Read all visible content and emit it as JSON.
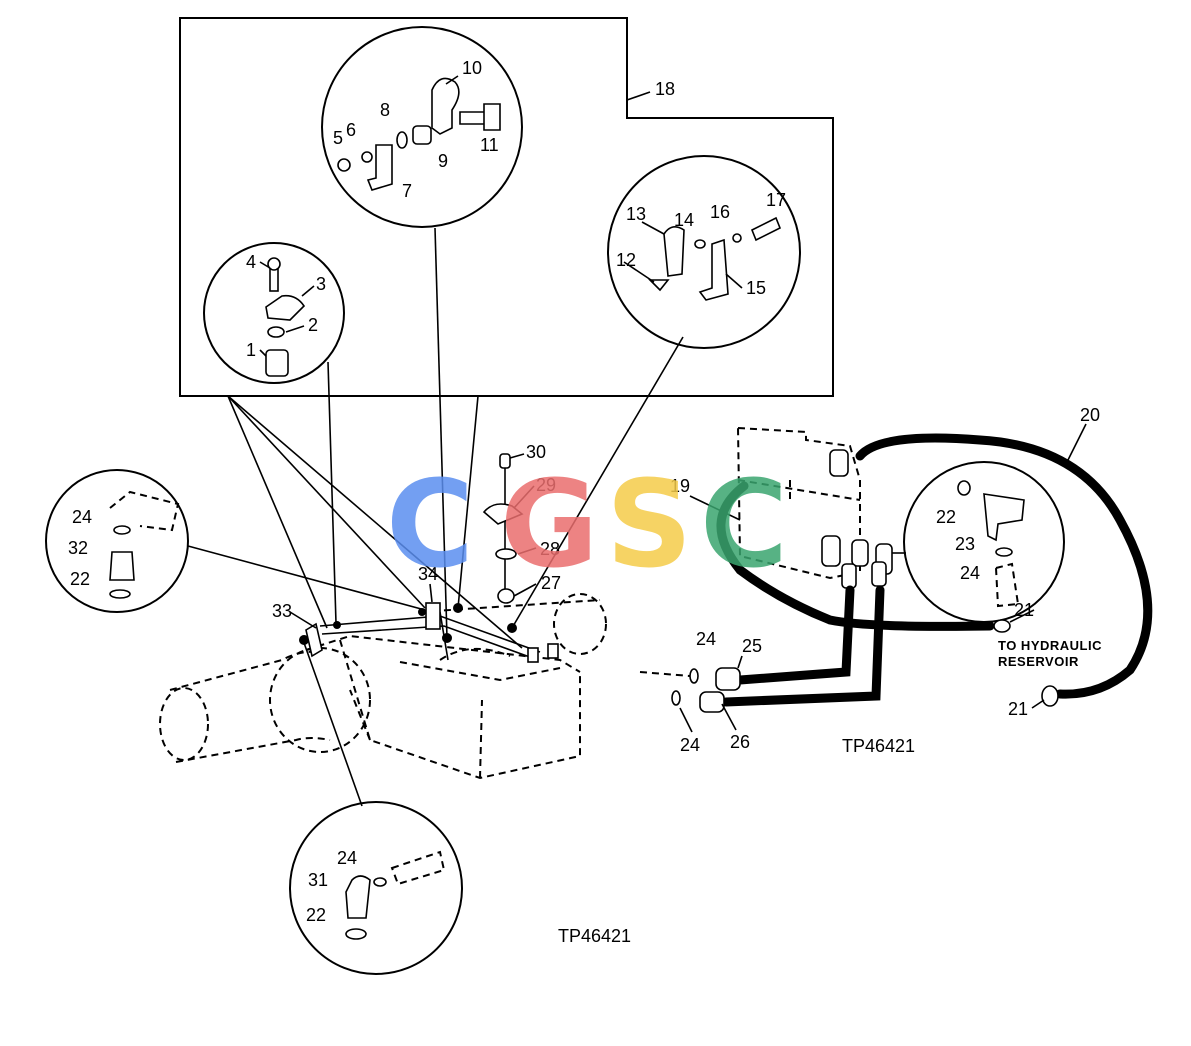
{
  "diagram": {
    "callouts": [
      "1",
      "2",
      "3",
      "4",
      "5",
      "6",
      "7",
      "8",
      "9",
      "10",
      "11",
      "12",
      "13",
      "14",
      "15",
      "16",
      "17",
      "18",
      "19",
      "20",
      "21",
      "21",
      "22",
      "22",
      "22",
      "23",
      "24",
      "24",
      "24",
      "24",
      "24",
      "25",
      "26",
      "27",
      "28",
      "29",
      "30",
      "31",
      "32",
      "33",
      "34"
    ],
    "note": {
      "line1": "TO HYDRAULIC",
      "line2": "RESERVOIR"
    },
    "figure_ids": [
      "TP46421",
      "TP46421"
    ]
  },
  "watermark": {
    "letters": [
      "C",
      "G",
      "S",
      "C"
    ],
    "colors": [
      "#5b8ff0",
      "#ea6e6e",
      "#f5cc4a",
      "#3aa56f"
    ]
  }
}
